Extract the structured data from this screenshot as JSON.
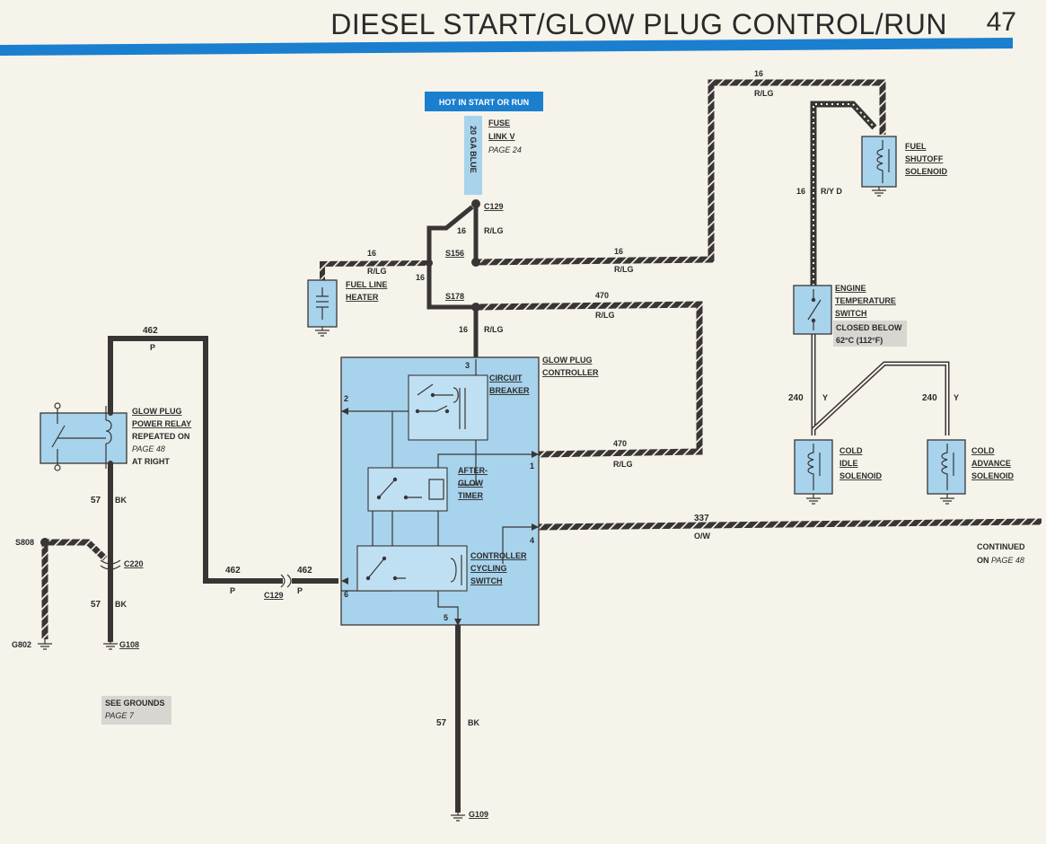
{
  "header": {
    "title": "DIESEL START/GLOW PLUG CONTROL/RUN",
    "page_number": "47"
  },
  "hot_label": "HOT IN START OR RUN",
  "fuse": {
    "gauge_label": "20 GA BLUE",
    "name_line1": "FUSE",
    "name_line2": "LINK V",
    "page_ref": "PAGE 24"
  },
  "connectors": {
    "c129_top": "C129",
    "s156": "S156",
    "s178": "S178",
    "c129_bottom": "C129",
    "c220": "C220",
    "s808": "S808",
    "g802": "G802",
    "g108": "G108",
    "g109": "G109"
  },
  "wires": {
    "w16": "16",
    "rlg": "R/LG",
    "w470": "470",
    "w462": "462",
    "p": "P",
    "w57": "57",
    "bk": "BK",
    "w337": "337",
    "ow": "O/W",
    "w240": "240",
    "y": "Y",
    "ryd": "R/Y D"
  },
  "components": {
    "fuel_line_heater": [
      "FUEL LINE",
      "HEATER"
    ],
    "fuel_shutoff": [
      "FUEL",
      "SHUTOFF",
      "SOLENOID"
    ],
    "engine_temp": [
      "ENGINE",
      "TEMPERATURE",
      "SWITCH"
    ],
    "closed_below": [
      "CLOSED BELOW",
      "62°C (112°F)"
    ],
    "cold_idle": [
      "COLD",
      "IDLE",
      "SOLENOID"
    ],
    "cold_advance": [
      "COLD",
      "ADVANCE",
      "SOLENOID"
    ],
    "glow_controller": [
      "GLOW PLUG",
      "CONTROLLER"
    ],
    "circuit_breaker": [
      "CIRCUIT",
      "BREAKER"
    ],
    "after_glow": [
      "AFTER-",
      "GLOW",
      "TIMER"
    ],
    "cycling_switch": [
      "CONTROLLER",
      "CYCLING",
      "SWITCH"
    ],
    "power_relay": [
      "GLOW PLUG",
      "POWER RELAY",
      "REPEATED ON",
      "PAGE 48",
      "AT RIGHT"
    ]
  },
  "pins": {
    "p1": "1",
    "p2": "2",
    "p3": "3",
    "p4": "4",
    "p5": "5",
    "p6": "6"
  },
  "notes": {
    "see_grounds": "SEE GROUNDS",
    "see_grounds_page": "PAGE 7",
    "continued": "CONTINUED",
    "continued_on": "ON",
    "continued_page": "PAGE 48"
  },
  "colors": {
    "accent_bar": "#1a7fcf",
    "component_fill": "#a7d3ec",
    "wire": "#3a3535"
  }
}
